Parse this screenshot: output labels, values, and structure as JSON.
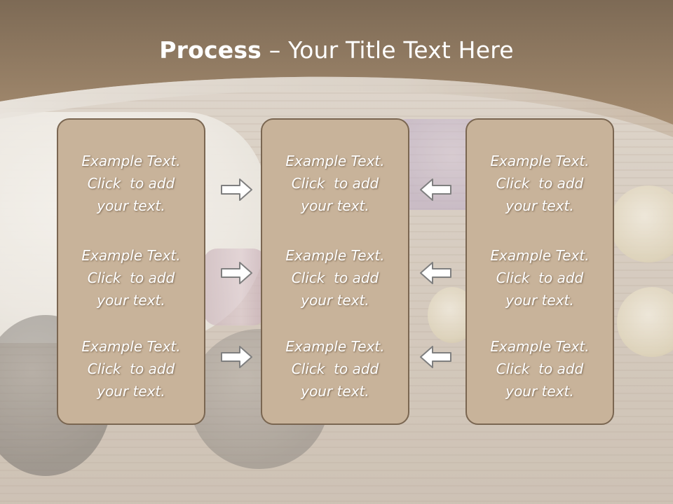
{
  "slide": {
    "title_bold": "Process",
    "title_rest": " – Your Title Text Here"
  },
  "columns": [
    {
      "cells": [
        {
          "line1": "Example Text.",
          "line2": "Click  to add",
          "line3": "your text."
        },
        {
          "line1": "Example Text.",
          "line2": "Click  to add",
          "line3": "your text."
        },
        {
          "line1": "Example Text.",
          "line2": "Click  to add",
          "line3": "your text."
        }
      ]
    },
    {
      "cells": [
        {
          "line1": "Example Text.",
          "line2": "Click  to add",
          "line3": "your text."
        },
        {
          "line1": "Example Text.",
          "line2": "Click  to add",
          "line3": "your text."
        },
        {
          "line1": "Example Text.",
          "line2": "Click  to add",
          "line3": "your text."
        }
      ]
    },
    {
      "cells": [
        {
          "line1": "Example Text.",
          "line2": "Click  to add",
          "line3": "your text."
        },
        {
          "line1": "Example Text.",
          "line2": "Click  to add",
          "line3": "your text."
        },
        {
          "line1": "Example Text.",
          "line2": "Click  to add",
          "line3": "your text."
        }
      ]
    }
  ],
  "arrows": {
    "left_group": "arrow-right-icon",
    "right_group": "arrow-left-icon"
  },
  "colors": {
    "header": "#8b7760",
    "box_fill": "#c8b39a",
    "box_border": "#7a6651",
    "arrow_stroke": "#7f7f7f"
  }
}
